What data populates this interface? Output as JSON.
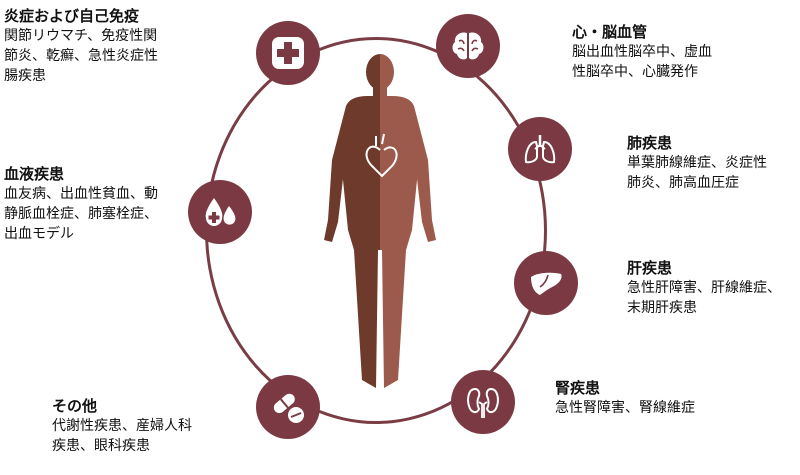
{
  "categories": [
    {
      "id": "inflammation",
      "title": "炎症および自己免疫",
      "lines": [
        "関節リウマチ、免疫性関",
        "節炎、乾癬、急性炎症性",
        "腸疾患"
      ],
      "icon": "medical-cross-icon"
    },
    {
      "id": "blood",
      "title": "血液疾患",
      "lines": [
        "血友病、出血性貧血、動",
        "静脈血栓症、肺塞栓症、",
        "出血モデル"
      ],
      "icon": "blood-drops-icon"
    },
    {
      "id": "other",
      "title": "その他",
      "lines": [
        "代謝性疾患、産婦人科",
        "疾患、眼科疾患"
      ],
      "icon": "pills-icon"
    },
    {
      "id": "cardio",
      "title": "心・脳血管",
      "lines": [
        "脳出血性脳卒中、虚血",
        "性脳卒中、心臓発作"
      ],
      "icon": "brain-icon"
    },
    {
      "id": "lung",
      "title": "肺疾患",
      "lines": [
        "単葉肺線維症、炎症性",
        "肺炎、肺高血圧症"
      ],
      "icon": "lungs-icon"
    },
    {
      "id": "liver",
      "title": "肝疾患",
      "lines": [
        "急性肝障害、肝線維症、",
        "末期肝疾患"
      ],
      "icon": "liver-icon"
    },
    {
      "id": "kidney",
      "title": "腎疾患",
      "lines": [
        "急性腎障害、腎線維症"
      ],
      "icon": "kidneys-icon"
    }
  ],
  "colors": {
    "accent": "#7b3a43",
    "body_dark": "#6e3a2c",
    "body_light": "#9b5a4c"
  }
}
